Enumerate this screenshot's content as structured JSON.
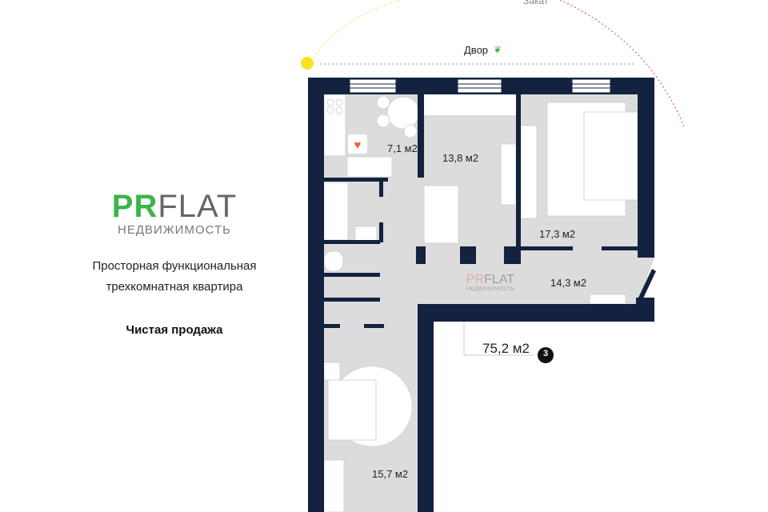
{
  "logo": {
    "pr": "PR",
    "flat": "FLAT",
    "subtitle": "НЕДВИЖИМОСТЬ"
  },
  "description": {
    "line1": "Просторная функциональная",
    "line2": "трехкомнатная квартира"
  },
  "sale_type": "Чистая продажа",
  "compass": {
    "sunset": "Закат",
    "yard": "Двор",
    "yard_icon": "leaf-icon",
    "sun_icon": "sun-icon"
  },
  "rooms": {
    "kitchen": "7,1 м2",
    "room_small": "13,8 м2",
    "living_room": "17,3 м2",
    "hallway": "14,3 м2",
    "bedroom": "15,7 м2"
  },
  "total_area": "75,2 м2",
  "rooms_count": "3",
  "watermark": {
    "pr": "PR",
    "flat": "FLAT",
    "subtitle": "НЕДВИЖИМОСТЬ"
  },
  "colors": {
    "wall": "#13223f",
    "floor": "#dcdcdc",
    "brand_green": "#3cb54a",
    "sun": "#f7e31c",
    "sunset_path": "#e06060"
  }
}
